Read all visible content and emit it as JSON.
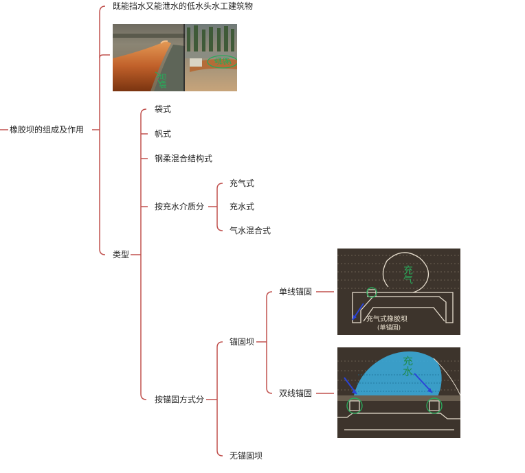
{
  "mindmap": {
    "root": "橡胶坝的组成及作用",
    "purpose": "既能挡水又能泄水的低水头水工建筑物",
    "photo": {
      "handwritten_note_left": "坝袋",
      "handwritten_note_right": "坝袋"
    },
    "types": {
      "label": "类型",
      "items": [
        "袋式",
        "帆式",
        "钢柔混合结构式"
      ],
      "by_medium": {
        "label": "按充水介质分",
        "items": [
          "充气式",
          "充水式",
          "气水混合式"
        ]
      },
      "by_anchor": {
        "label": "按锚固方式分",
        "anchored": {
          "label": "锚固坝",
          "single": {
            "label": "单线锚固",
            "figure_caption": "充气式橡胶坝",
            "figure_subcaption": "(单锚固)",
            "handwritten_note": "充气"
          },
          "double": {
            "label": "双线锚固",
            "handwritten_note": "充水"
          }
        },
        "unanchored": "无锚固坝"
      }
    }
  },
  "colors": {
    "line": "#c0504d",
    "node_text": "#1f1f1f",
    "annotation": "#2aa85a",
    "arrow": "#2a44d8"
  }
}
